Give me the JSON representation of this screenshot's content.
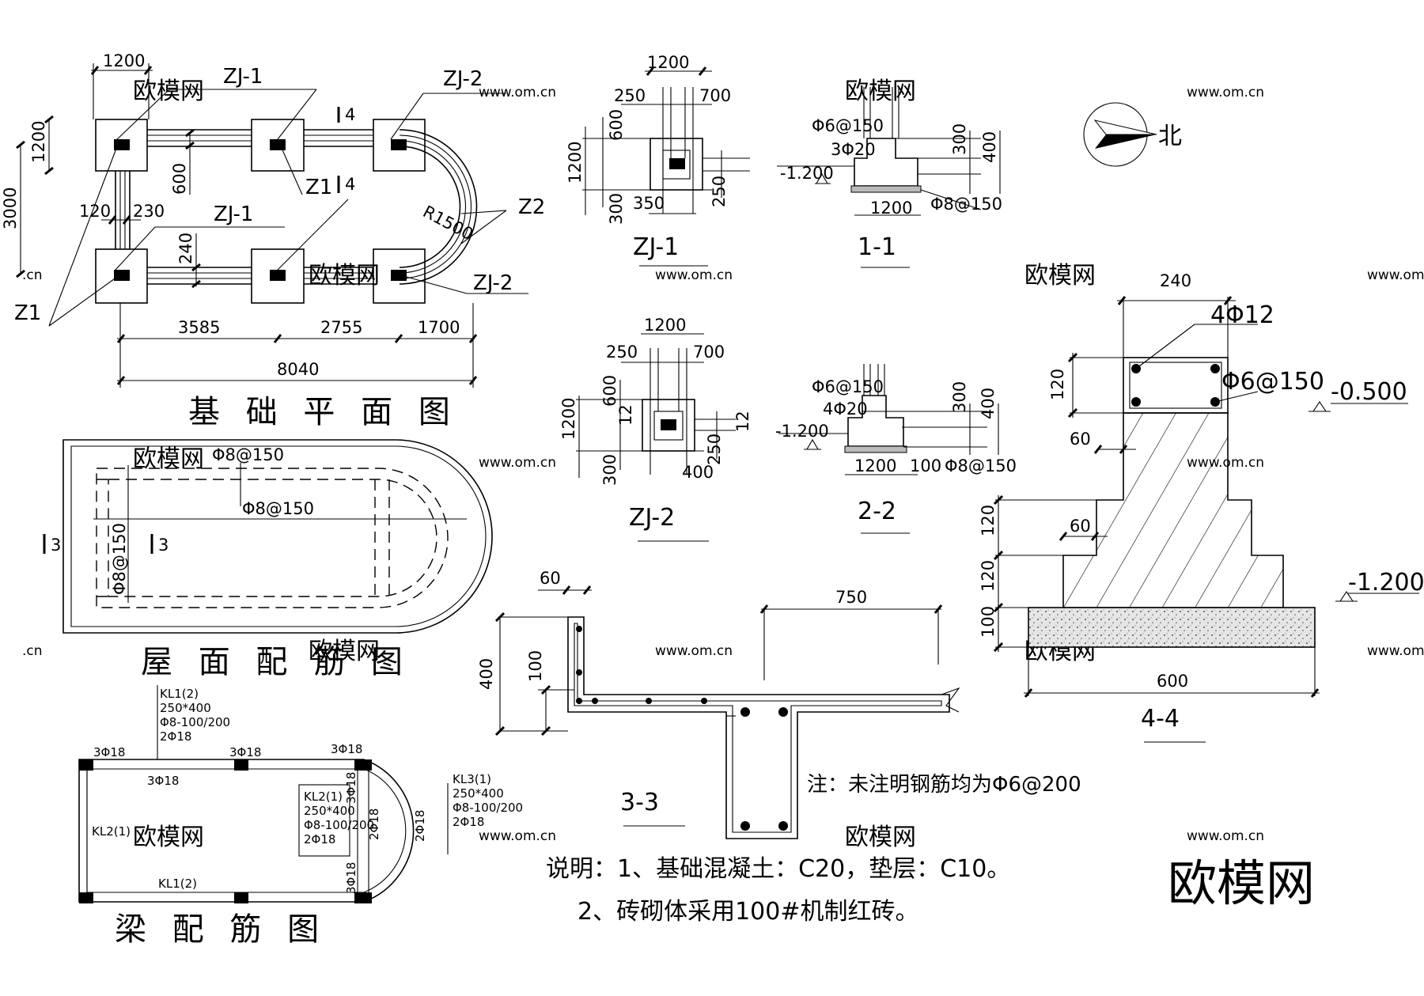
{
  "watermark": {
    "brand": "欧模网",
    "url": "www.om.cn",
    "url_left": ".cn"
  },
  "plan": {
    "title": "基 础 平 面 图",
    "zj1_a": "ZJ-1",
    "zj1_b": "ZJ-1",
    "zj2_a": "ZJ-2",
    "zj2_b": "ZJ-2",
    "z1_a": "Z1",
    "z1_b": "Z1",
    "z2": "Z2",
    "radius": "R1500",
    "sec4_top": "4",
    "sec4_bottom": "4",
    "d1200_top": "1200",
    "d1200_left": "1200",
    "d3000": "3000",
    "d600": "600",
    "d120": "120",
    "d230": "230",
    "d240": "240",
    "d3585": "3585",
    "d2755": "2755",
    "d1700": "1700",
    "d8040": "8040"
  },
  "roof": {
    "title": "屋 面 配 筋 图",
    "rebar_top": "Φ8@150",
    "rebar_mid": "Φ8@150",
    "rebar_left": "Φ8@150",
    "sec3_left": "3",
    "sec3_right": "3"
  },
  "beam": {
    "title": "梁 配 筋 图",
    "kl1_top": [
      "KL1(2)",
      "250*400",
      "Φ8-100/200",
      "2Φ18"
    ],
    "kl2_box": [
      "KL2(1)",
      "250*400",
      "Φ8-100/200",
      "2Φ18"
    ],
    "kl3": [
      "KL3(1)",
      "250*400",
      "Φ8-100/200",
      "2Φ18"
    ],
    "top_a": "3Φ18",
    "top_b": "3Φ18",
    "top_c": "3Φ18",
    "top_inner": "3Φ18",
    "kl2_left": "KL2(1)",
    "kl1_bottom": "KL1(2)",
    "v_a": "3Φ18",
    "v_b": "2Φ18",
    "v_c": "2Φ18",
    "v_d": "3Φ18"
  },
  "zj1": {
    "title": "ZJ-1",
    "d1200": "1200",
    "d250": "250",
    "d700": "700",
    "d600": "600",
    "d1200v": "1200",
    "d300": "300",
    "d350": "350",
    "d250v": "250"
  },
  "zj2": {
    "title": "ZJ-2",
    "d1200": "1200",
    "d250": "250",
    "d700": "700",
    "d600": "600",
    "d1200v": "1200",
    "d300": "300",
    "d400": "400",
    "d250v": "250",
    "d12": "12"
  },
  "sec11": {
    "title": "1-1",
    "rebar1": "Φ6@150",
    "rebar2": "3Φ20",
    "level": "-1.200",
    "d300": "300",
    "d400": "400",
    "d1200": "1200",
    "rebar3": "Φ8@150"
  },
  "sec22": {
    "title": "2-2",
    "rebar1": "Φ6@150",
    "rebar2": "4Φ20",
    "level": "-1.200",
    "d300": "300",
    "d400": "400",
    "d1200": "1200",
    "d100": "100",
    "rebar3": "Φ8@150"
  },
  "sec33": {
    "title": "3-3",
    "d60": "60",
    "d750": "750",
    "d400": "400",
    "d100": "100"
  },
  "sec44": {
    "title": "4-4",
    "d240": "240",
    "rebar_main": "4Φ12",
    "rebar_stirrup": "Φ6@150",
    "level_top": "-0.500",
    "level_bottom": "-1.200",
    "d120_top": "120",
    "d60_a": "60",
    "d60_b": "60",
    "d120_a": "120",
    "d120_b": "120",
    "d100": "100",
    "d600": "600"
  },
  "north": "北",
  "notes": {
    "remark": "注：未注明钢筋均为Φ6@200",
    "line1": "说明：1、基础混凝土：C20，垫层：C10。",
    "line2": "2、砖砌体采用100#机制红砖。"
  }
}
